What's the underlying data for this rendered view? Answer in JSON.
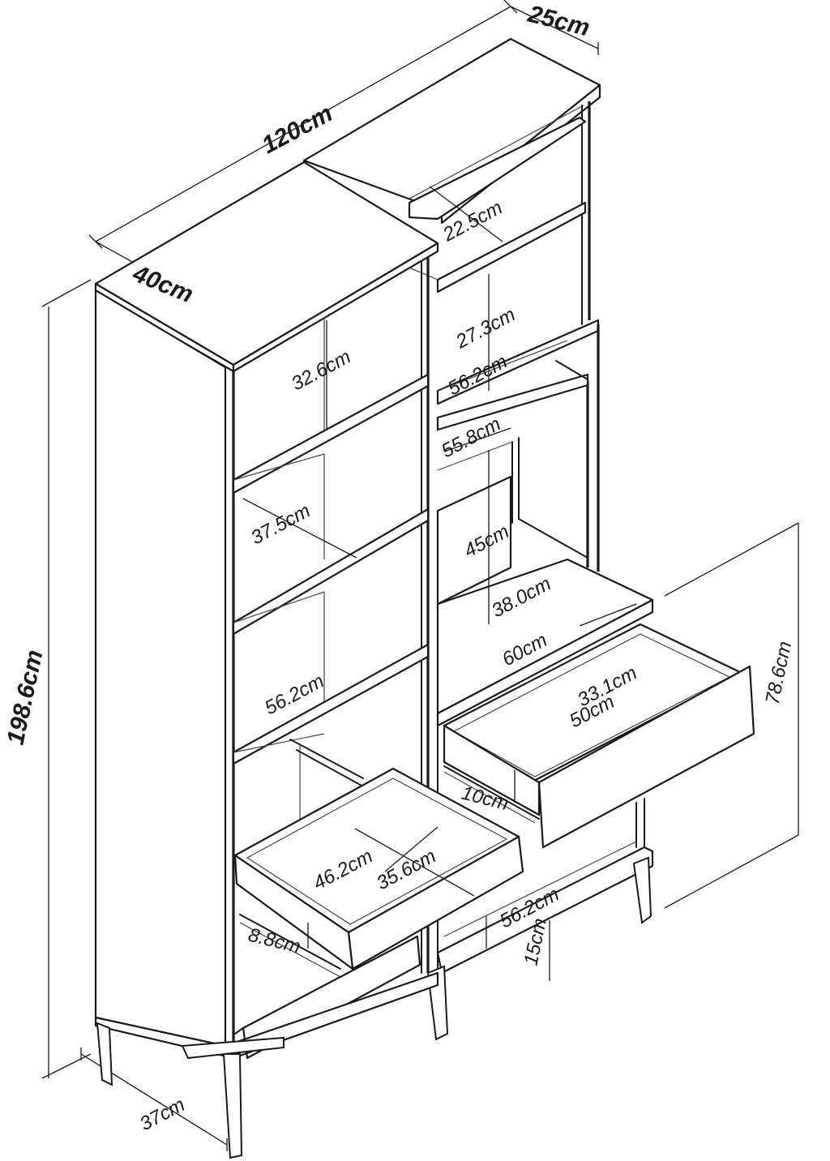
{
  "dimensions": {
    "overall_width": "120cm",
    "overall_height": "198.6cm",
    "tall_unit_width": "40cm",
    "depth_top": "25cm",
    "depth_base": "37cm",
    "right_unit_height": "78.6cm",
    "tall_shelf_1": "32.6cm",
    "tall_shelf_2": "37.5cm",
    "tall_shelf_3": "56.2cm",
    "tall_drawer_depth": "46.2cm",
    "tall_drawer_width": "35.6cm",
    "tall_drawer_height": "8.8cm",
    "right_top_shelf": "22.5cm",
    "right_mid_shelf": "27.3cm",
    "right_shelf_width_a": "56.2cm",
    "right_shelf_width_b": "55.8cm",
    "right_open_height": "45cm",
    "desk_depth": "38.0cm",
    "desk_width": "60cm",
    "desk_drawer_depth": "33.1cm",
    "desk_drawer_width": "50cm",
    "desk_drawer_height": "10cm",
    "right_base_width": "56.2cm",
    "right_base_height": "15cm"
  }
}
